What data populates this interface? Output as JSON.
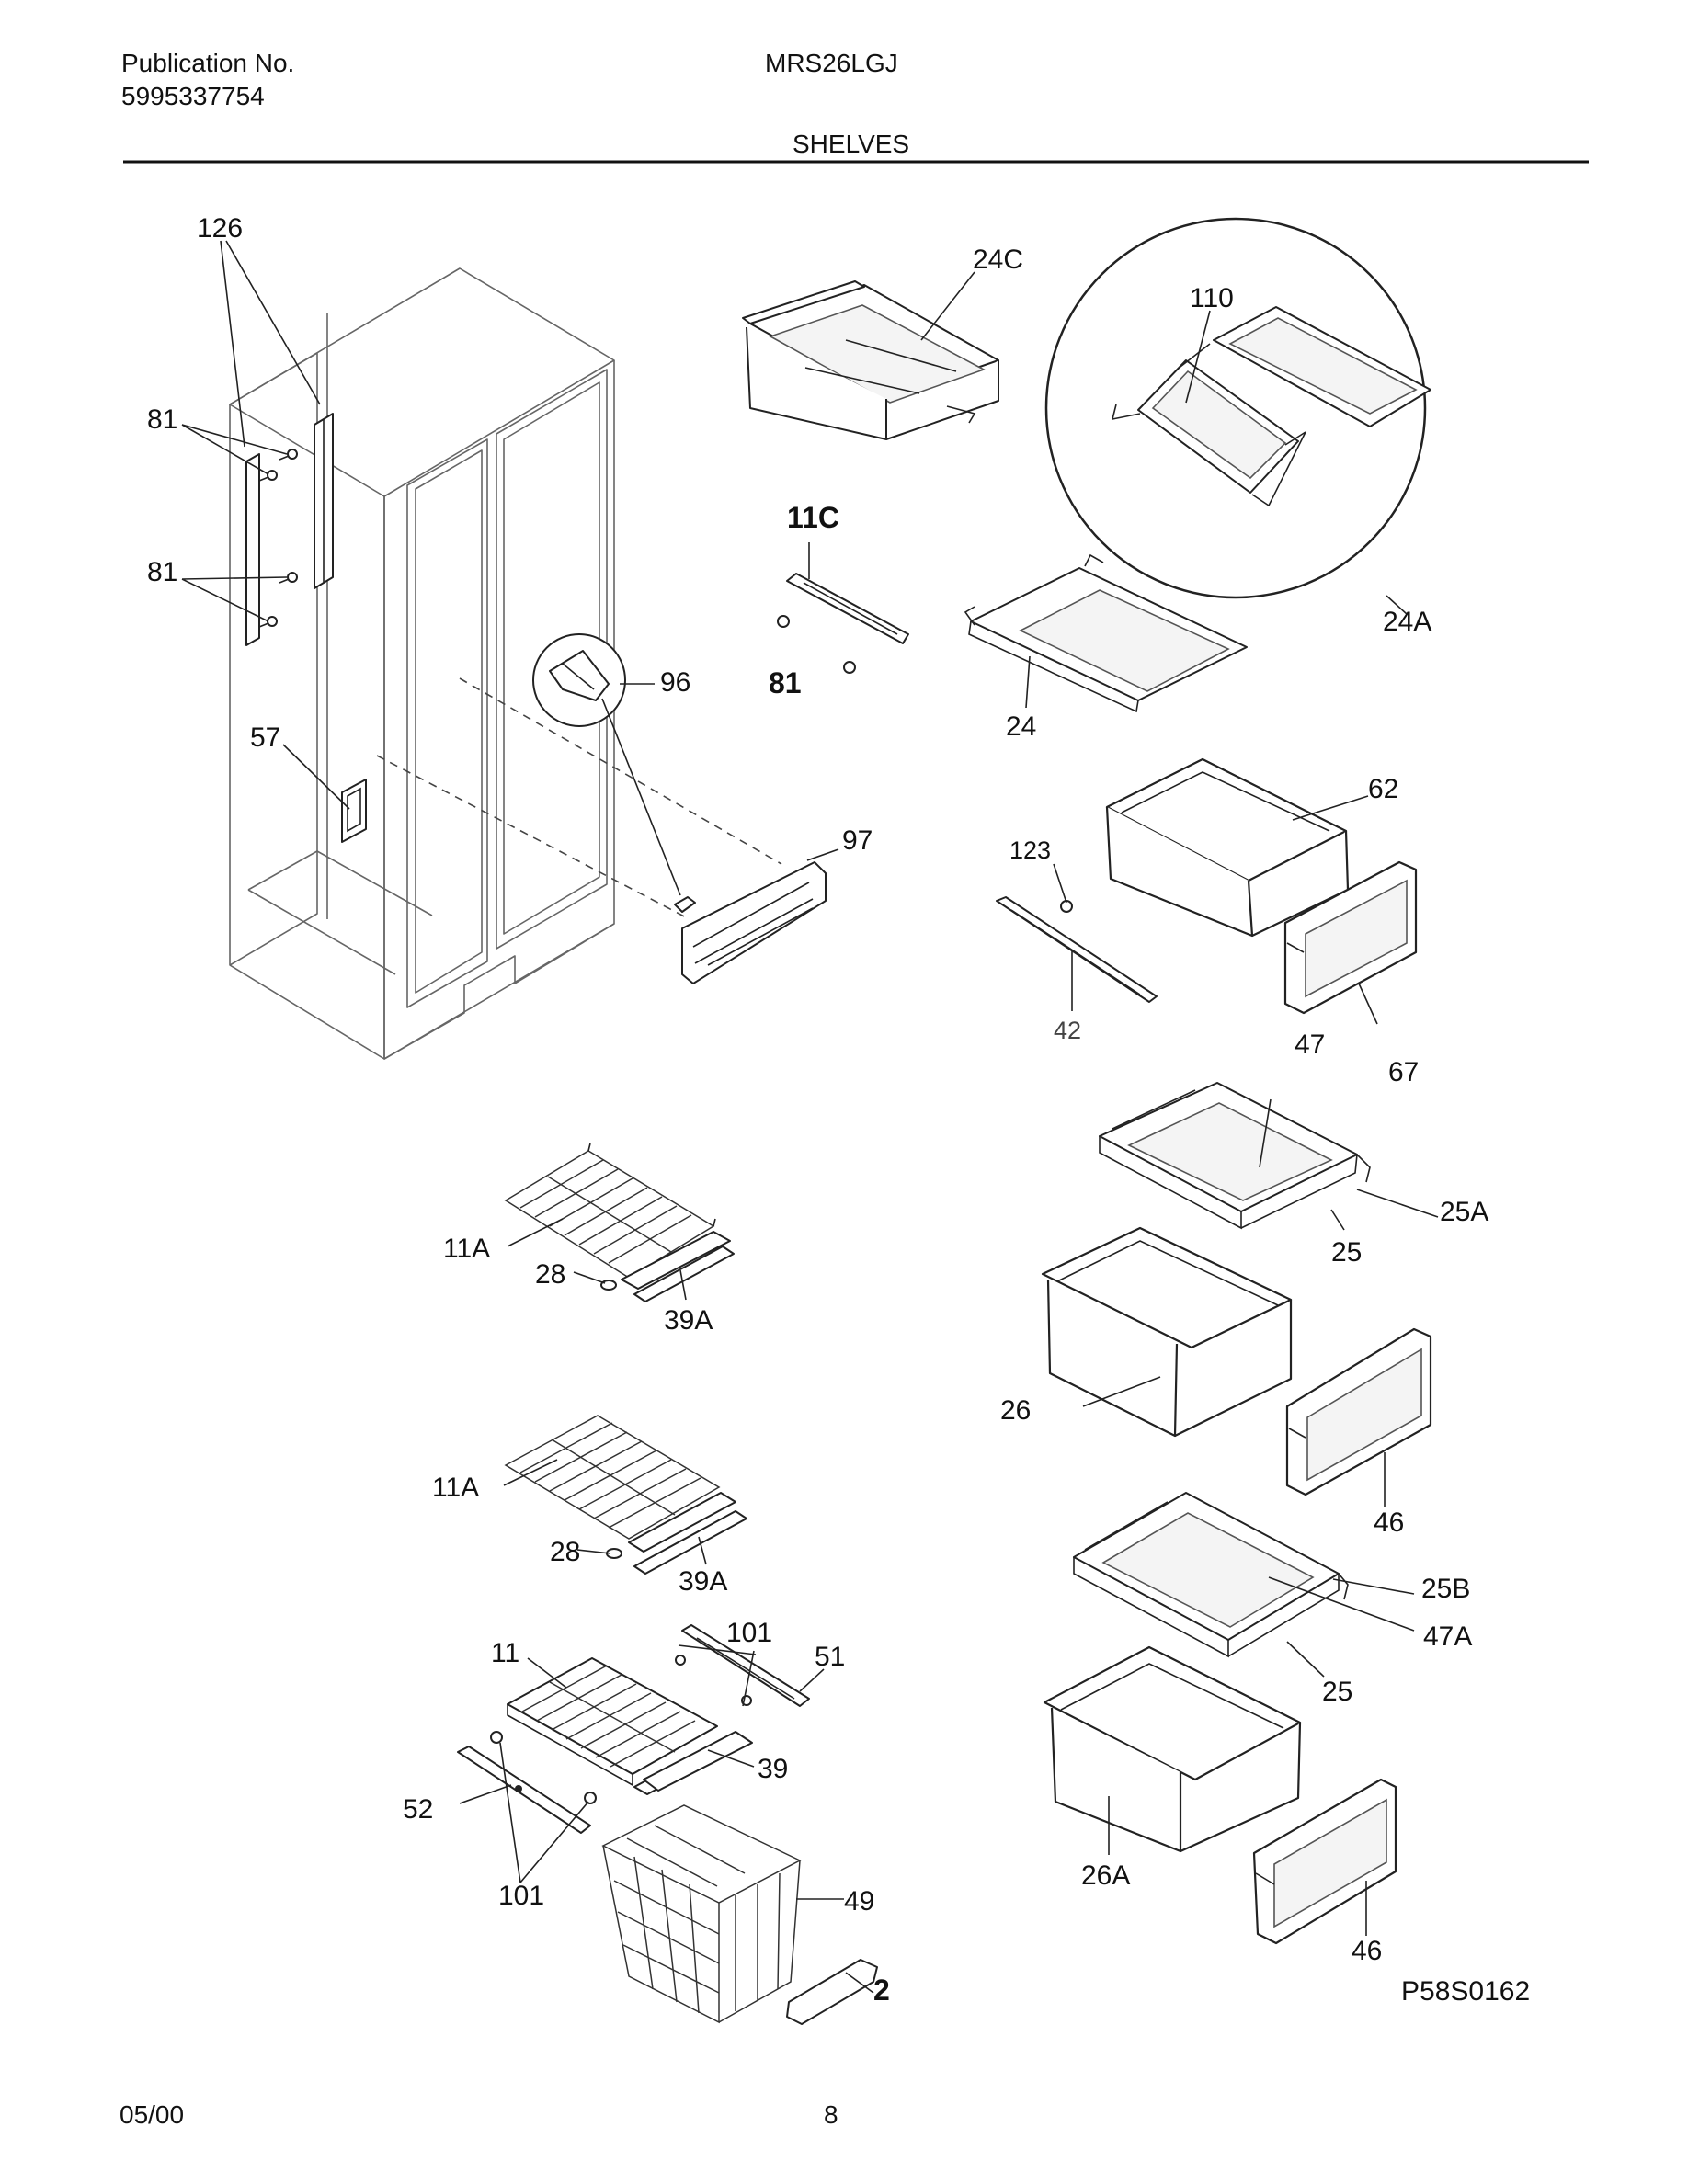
{
  "header": {
    "publication_label": "Publication No.",
    "publication_number": "5995337754",
    "model": "MRS26LGJ",
    "section_title": "SHELVES"
  },
  "footer": {
    "date": "05/00",
    "page_number": "8"
  },
  "diagram": {
    "drawing_code": "P58S0162",
    "callouts": {
      "c126": "126",
      "c81a": "81",
      "c81b": "81",
      "c57": "57",
      "c96": "96",
      "c97": "97",
      "c24C": "24C",
      "c11C": "11C",
      "c81c": "81",
      "c110": "110",
      "c24A": "24A",
      "c24": "24",
      "c62": "62",
      "c123": "123",
      "c42": "42",
      "c67": "67",
      "c47": "47",
      "c25A": "25A",
      "c25a": "25",
      "c26": "26",
      "c46a": "46",
      "c11Aa": "11A",
      "c28a": "28",
      "c39Aa": "39A",
      "c11Ab": "11A",
      "c28b": "28",
      "c39Ab": "39A",
      "c11": "11",
      "c101a": "101",
      "c51": "51",
      "c39": "39",
      "c52": "52",
      "c101b": "101",
      "c49": "49",
      "c2": "2",
      "c25B": "25B",
      "c47A": "47A",
      "c25b": "25",
      "c26A": "26A",
      "c46b": "46"
    }
  }
}
